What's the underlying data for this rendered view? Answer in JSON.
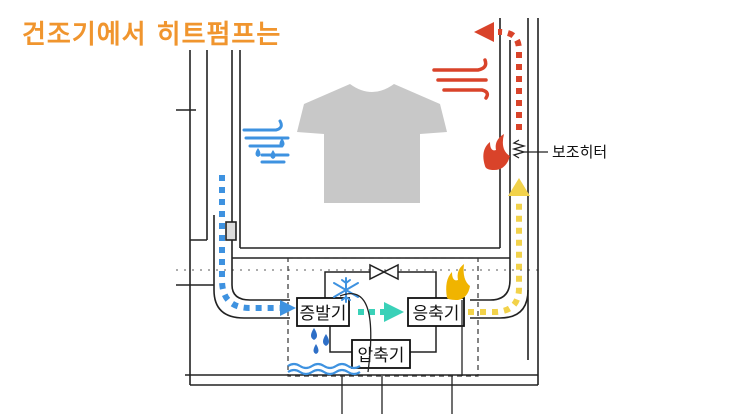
{
  "title": "건조기에서 히트펌프는",
  "labels": {
    "evaporator": "증발기",
    "condenser": "응축기",
    "compressor": "압축기",
    "aux_heater": "보조히터"
  },
  "colors": {
    "title": "#f0952e",
    "cold_air": "#3e92e0",
    "hot_air": "#d9432a",
    "warm_air": "#f2d24a",
    "transfer": "#3ad1b8",
    "shirt": "#c8c8c8",
    "flame": "#f0b400"
  }
}
